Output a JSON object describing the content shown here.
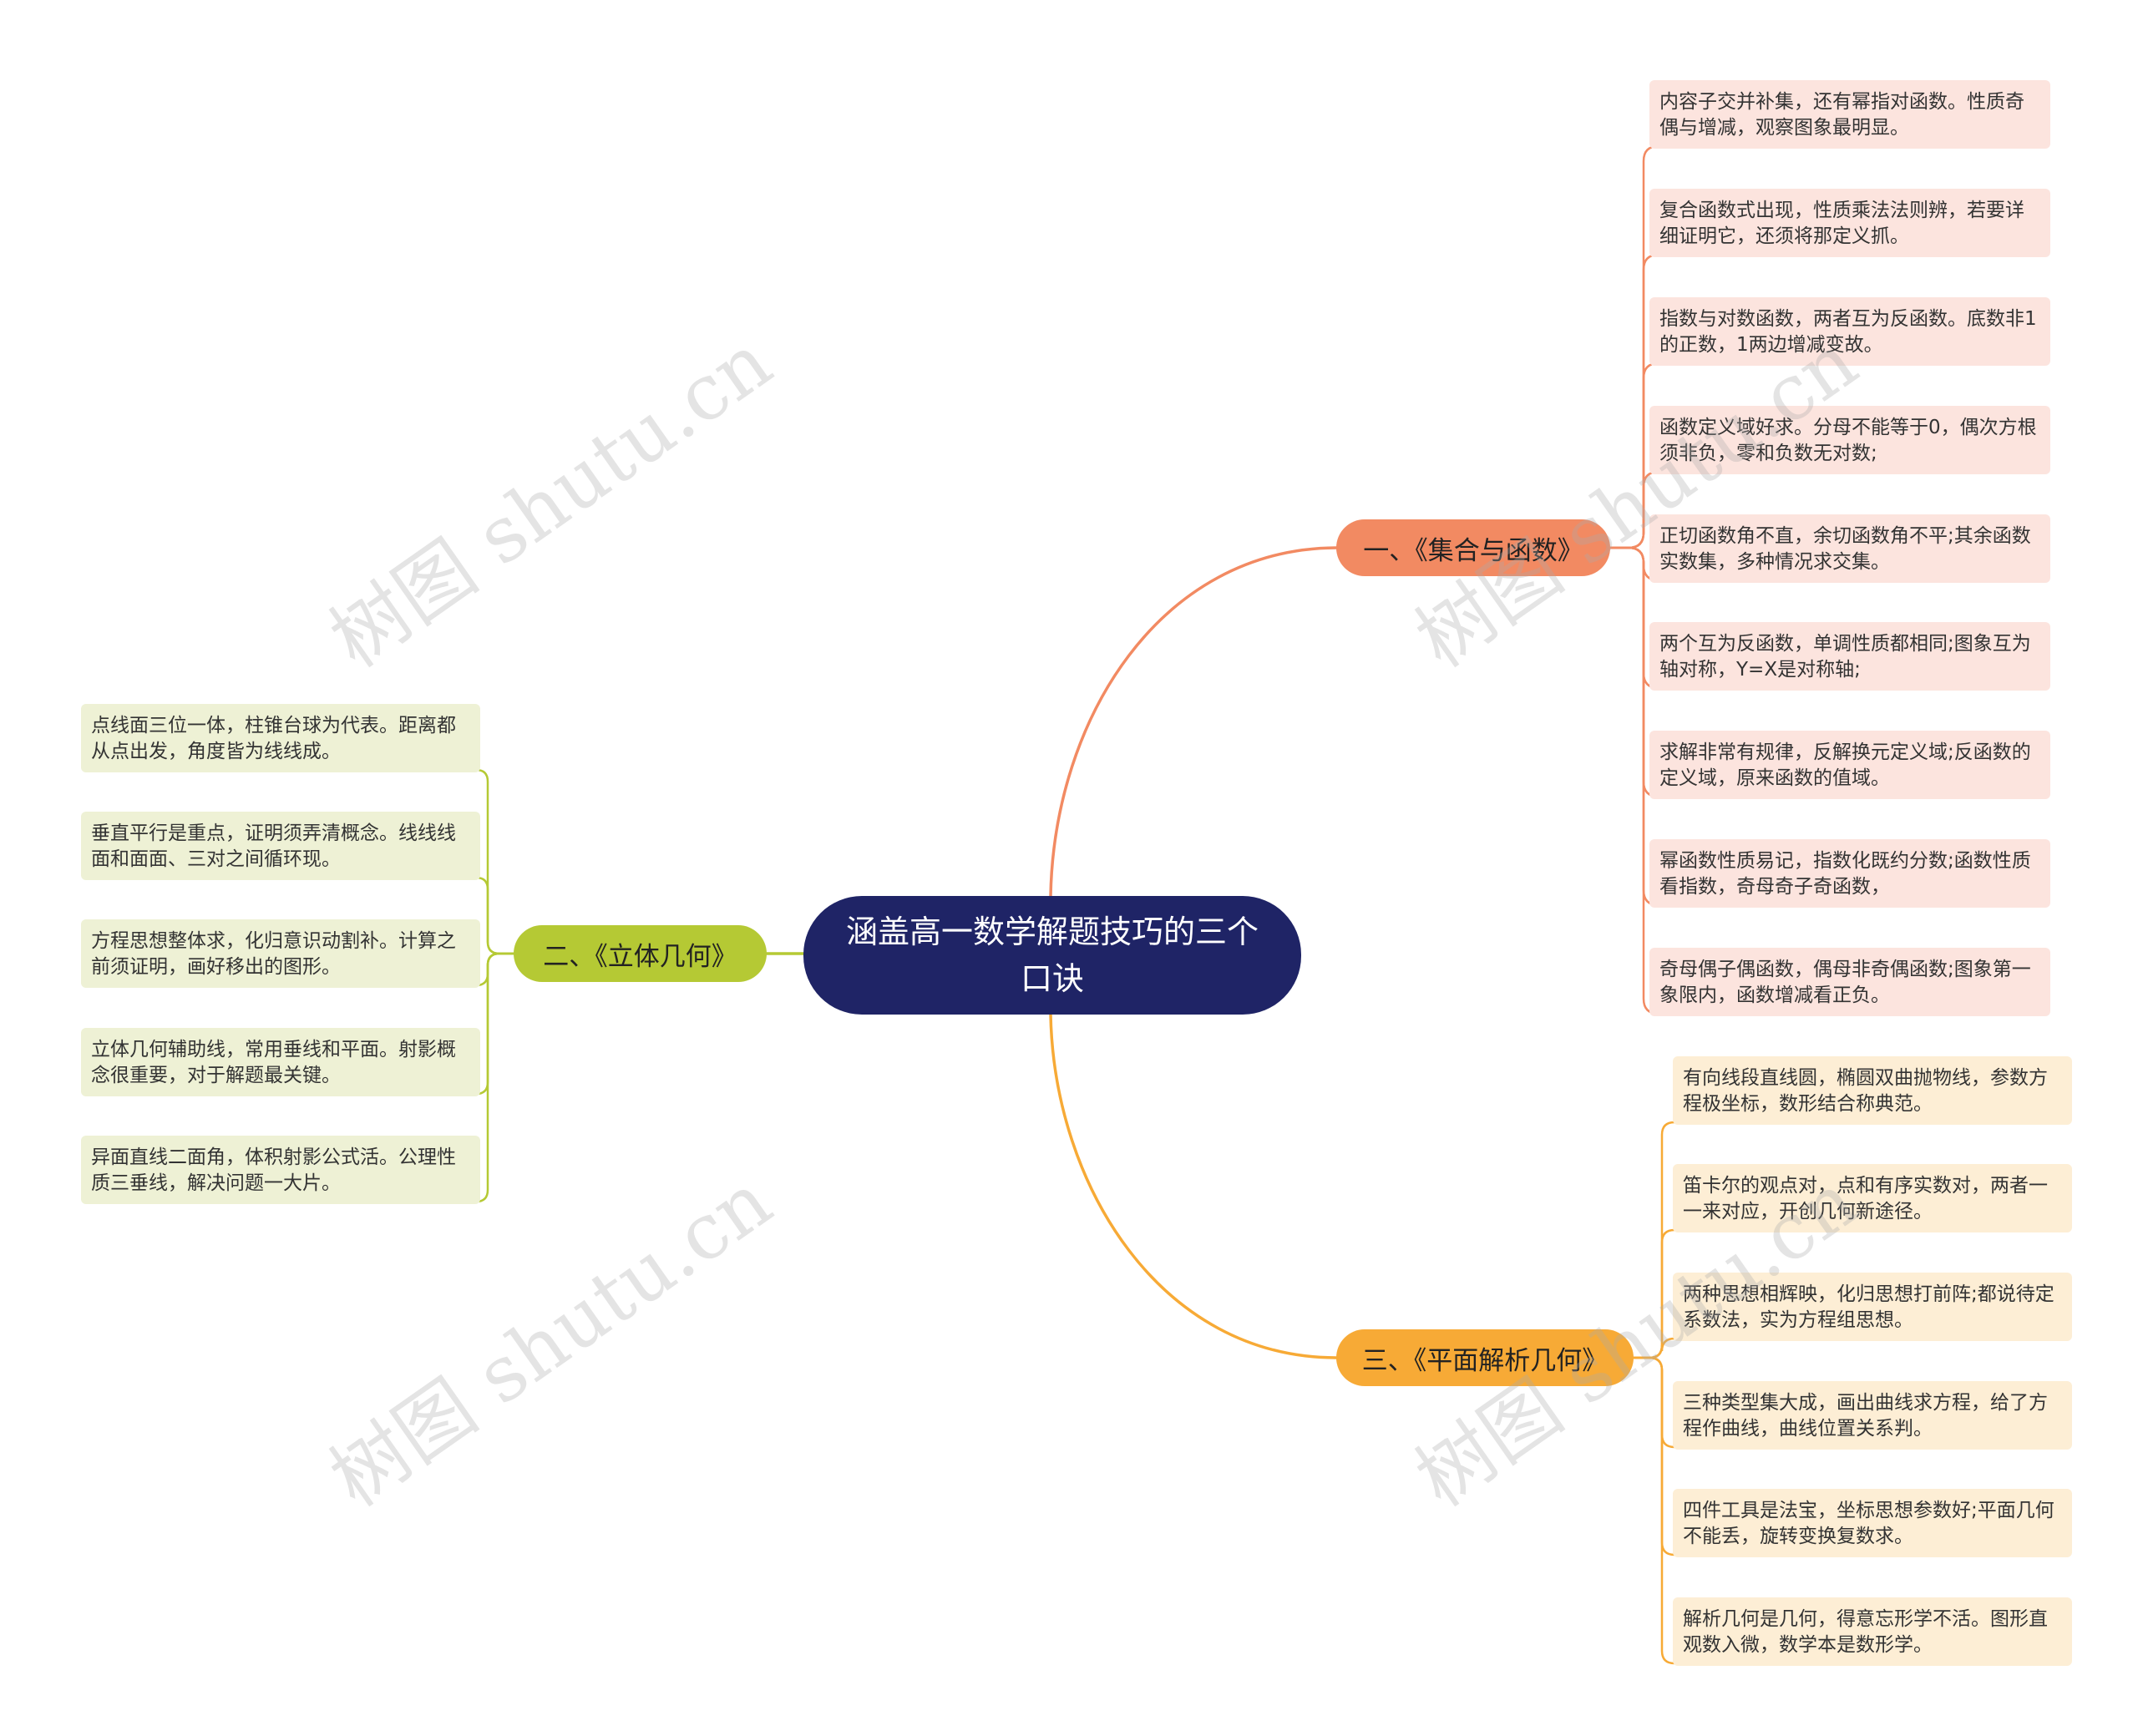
{
  "mindmap": {
    "root": "涵盖高一数学解题技巧的三个口诀",
    "branches": [
      {
        "label": "一、《集合与函数》",
        "color": "#f28a62",
        "leaves": [
          "内容子交并补集，还有幂指对函数。性质奇偶与增减，观察图象最明显。",
          "复合函数式出现，性质乘法法则辨，若要详细证明它，还须将那定义抓。",
          "指数与对数函数，两者互为反函数。底数非1的正数，1两边增减变故。",
          "函数定义域好求。分母不能等于0，偶次方根须非负，零和负数无对数;",
          "正切函数角不直，余切函数角不平;其余函数实数集，多种情况求交集。",
          "两个互为反函数，单调性质都相同;图象互为轴对称，Y=X是对称轴;",
          "求解非常有规律，反解换元定义域;反函数的定义域，原来函数的值域。",
          "幂函数性质易记，指数化既约分数;函数性质看指数，奇母奇子奇函数，",
          "奇母偶子偶函数，偶母非奇偶函数;图象第一象限内，函数增减看正负。"
        ]
      },
      {
        "label": "二、《立体几何》",
        "color": "#b5c934",
        "leaves": [
          "点线面三位一体，柱锥台球为代表。距离都从点出发，角度皆为线线成。",
          "垂直平行是重点，证明须弄清概念。线线线面和面面、三对之间循环现。",
          "方程思想整体求，化归意识动割补。计算之前须证明，画好移出的图形。",
          "立体几何辅助线，常用垂线和平面。射影概念很重要，对于解题最关键。",
          "异面直线二面角，体积射影公式活。公理性质三垂线，解决问题一大片。"
        ]
      },
      {
        "label": "三、《平面解析几何》",
        "color": "#f7aa36",
        "leaves": [
          "有向线段直线圆，椭圆双曲抛物线，参数方程极坐标，数形结合称典范。",
          "笛卡尔的观点对，点和有序实数对，两者一一来对应，开创几何新途径。",
          "两种思想相辉映，化归思想打前阵;都说待定系数法，实为方程组思想。",
          "三种类型集大成，画出曲线求方程，给了方程作曲线，曲线位置关系判。",
          "四件工具是法宝，坐标思想参数好;平面几何不能丢，旋转变换复数求。",
          "解析几何是几何，得意忘形学不活。图形直观数入微，数学本是数形学。"
        ]
      }
    ],
    "watermark": "树图 shutu.cn"
  }
}
